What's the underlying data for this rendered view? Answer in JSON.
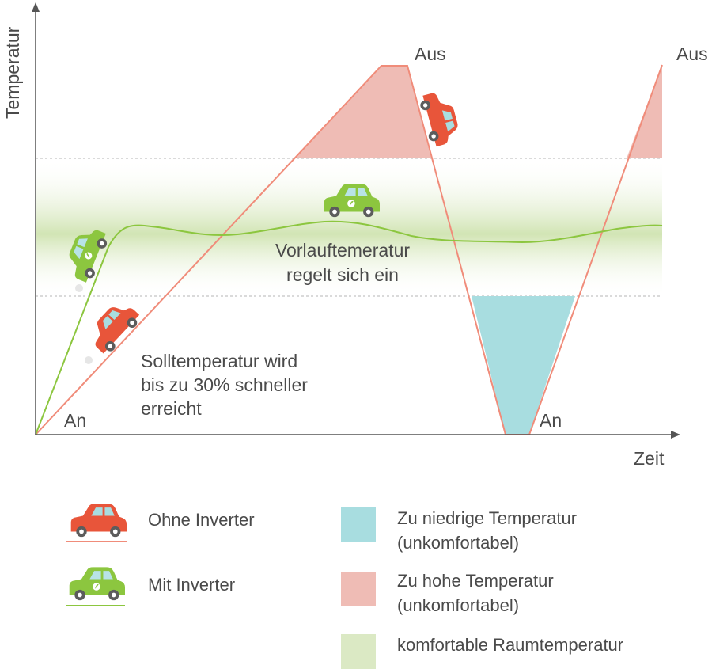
{
  "axes": {
    "y_label": "Temperatur",
    "x_label": "Zeit"
  },
  "annotations": {
    "aus_first": "Aus",
    "aus_second": "Aus",
    "an_first": "An",
    "an_second": "An",
    "flow_line1": "Vorlauftemeratur",
    "flow_line2": "regelt sich ein",
    "target_line1": "Solltemperatur wird",
    "target_line2": "bis zu 30% schneller",
    "target_line3": "erreicht"
  },
  "legend": {
    "without_inverter": "Ohne Inverter",
    "with_inverter": "Mit Inverter",
    "too_low_line1": "Zu niedrige Temperatur",
    "too_low_line2": "(unkomfortabel)",
    "too_high_line1": "Zu hohe Temperatur",
    "too_high_line2": "(unkomfortabel)",
    "comfortable": "komfortable Raumtemperatur"
  },
  "colors": {
    "without_inverter": "#f08c7a",
    "with_inverter": "#8cc63f",
    "car_red": "#e8553a",
    "car_green": "#8cc63f",
    "too_low": "#a8dde0",
    "too_high": "#efbcb5",
    "comfort": "#dbe9c4",
    "axis": "#555555",
    "text": "#4a4a4a"
  }
}
